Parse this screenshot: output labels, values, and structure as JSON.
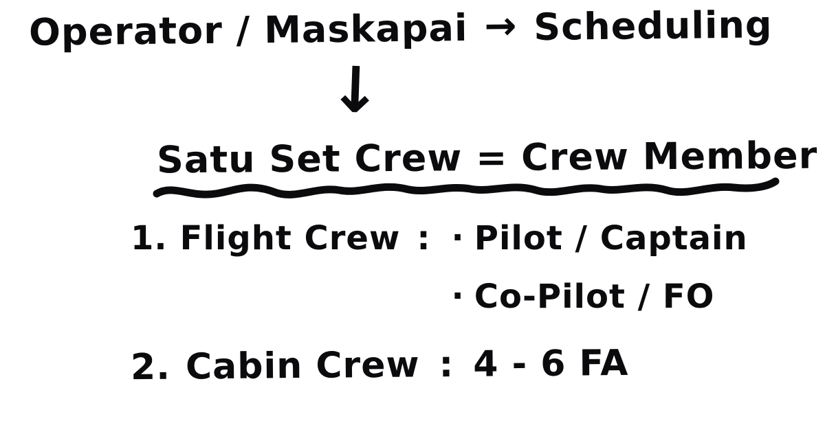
{
  "page": {
    "background_color": "#ffffff",
    "ink_color": "#0b0b0d"
  },
  "note": {
    "header": {
      "left": "Operator / Maskapai",
      "arrow": "→",
      "right": "Scheduling"
    },
    "down_arrow": "↓",
    "definition": "Satu Set Crew = Crew Member",
    "items": [
      {
        "number": "1.",
        "label": "Flight Crew",
        "separator": ":",
        "bullet_glyph": "·",
        "bullets": [
          "Pilot / Captain",
          "Co-Pilot / FO"
        ]
      },
      {
        "number": "2.",
        "label": "Cabin Crew",
        "separator": ":",
        "value": "4 - 6 FA"
      }
    ]
  }
}
